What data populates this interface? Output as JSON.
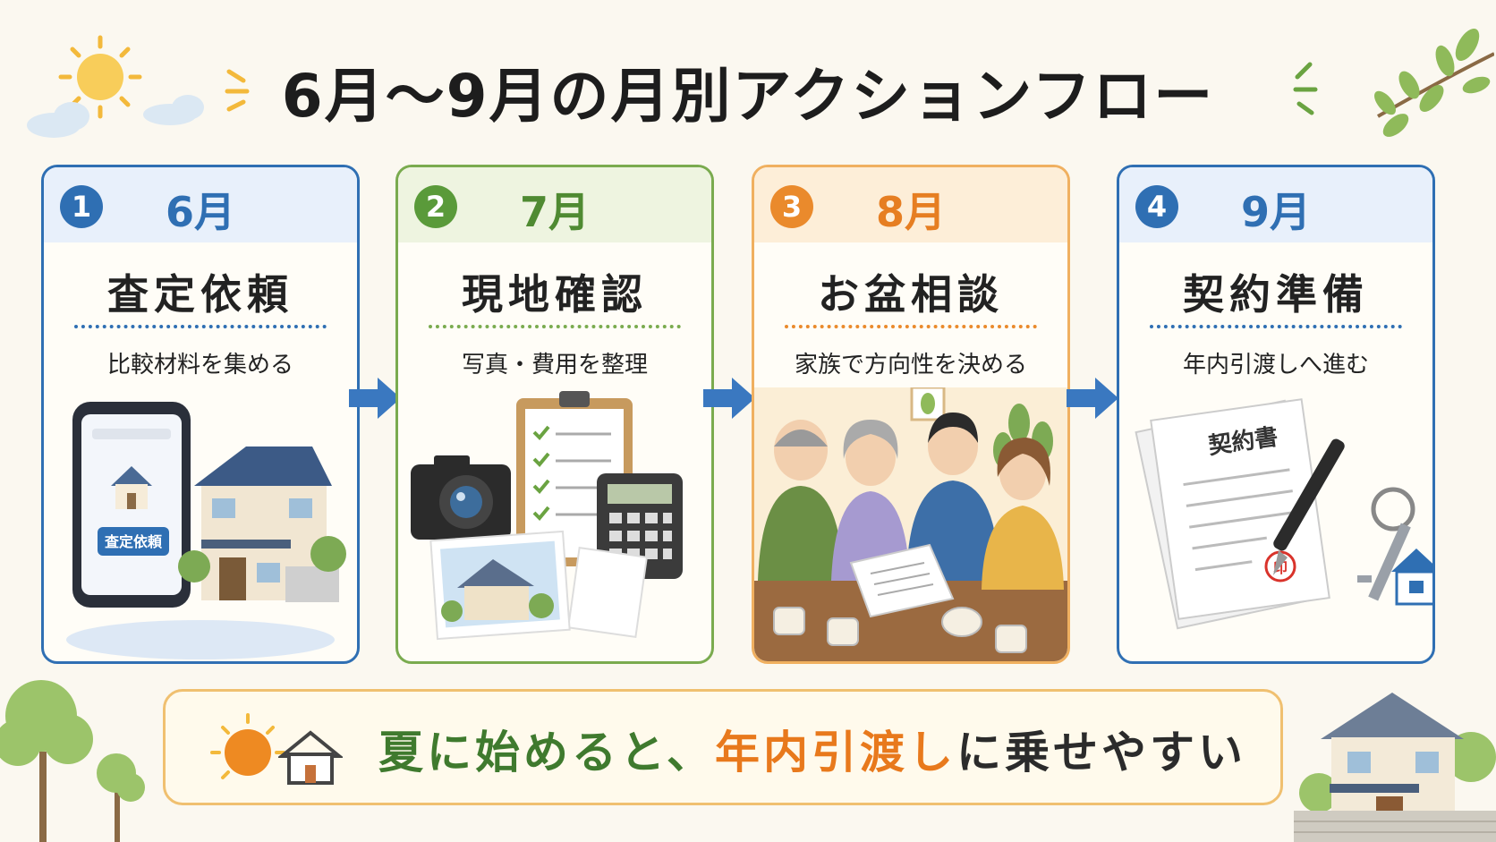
{
  "title": "6月～9月の月別アクションフロー",
  "colors": {
    "blue": "#2f6fb3",
    "green": "#5a9a3a",
    "orange": "#ea8a2c",
    "blue_head": "#e8f0fb",
    "green_head": "#eef4e0",
    "orange_head": "#fdeed8"
  },
  "steps": [
    {
      "number": "1",
      "month": "6月",
      "title": "査定依頼",
      "subtitle": "比較材料を集める",
      "badge_text": "査定依頼",
      "illustration": "phone-house-illustration"
    },
    {
      "number": "2",
      "month": "7月",
      "title": "現地確認",
      "subtitle": "写真・費用を整理",
      "illustration": "camera-clipboard-calculator-illustration"
    },
    {
      "number": "3",
      "month": "8月",
      "title": "お盆相談",
      "subtitle": "家族で方向性を決める",
      "illustration": "family-meeting-illustration"
    },
    {
      "number": "4",
      "month": "9月",
      "title": "契約準備",
      "subtitle": "年内引渡しへ進む",
      "doc_title": "契約書",
      "seal": "印",
      "illustration": "contract-pen-key-illustration"
    }
  ],
  "banner": {
    "part1": "夏に始めると、",
    "part2": "年内引渡し",
    "part3": "に乗せやすい",
    "icons": [
      "sun-icon",
      "house-icon"
    ]
  }
}
